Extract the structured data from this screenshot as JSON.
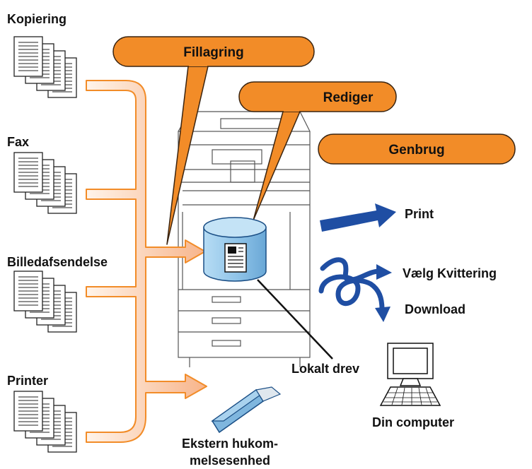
{
  "sources": {
    "copy": "Kopiering",
    "fax": "Fax",
    "image_send": "Billedafsendelse",
    "printer": "Printer"
  },
  "functions": {
    "file_storage": "Fillagring",
    "edit": "Rediger",
    "reuse": "Genbrug"
  },
  "actions": {
    "print": "Print",
    "select_receipt": "Vælg Kvittering",
    "download": "Download"
  },
  "storage": {
    "local_drive": "Lokalt drev",
    "external_memory_line1": "Ekstern hukom-",
    "external_memory_line2": "melsesenhed"
  },
  "pc": {
    "label": "Din computer"
  },
  "colors": {
    "orange": "#f28c28",
    "arrow_blue": "#1f4ea3",
    "drive_blue": "#9ccbea",
    "usb_blue": "#7fb6de"
  }
}
